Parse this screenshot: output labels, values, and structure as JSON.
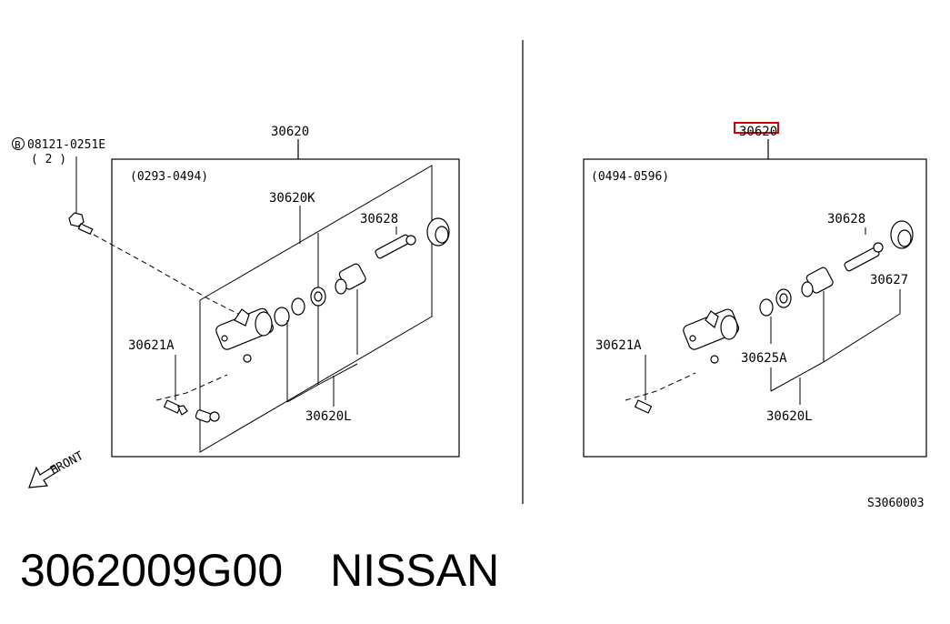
{
  "left_panel": {
    "assembly_label": "30620",
    "date_range": "(0293-0494)",
    "bolt_prefix": "B",
    "bolt_label": "08121-0251E",
    "bolt_qty": "( 2 )",
    "sub_labels": [
      "30620K",
      "30628",
      "30621A",
      "30620L"
    ],
    "front_label": "FRONT"
  },
  "right_panel": {
    "assembly_label": "30620",
    "date_range": "(0494-0596)",
    "sub_labels": [
      "30628",
      "30627",
      "30621A",
      "30625A",
      "30620L"
    ],
    "figure_code": "S3060003"
  },
  "footer": {
    "part_number": "3062009G00",
    "brand": "NISSAN"
  },
  "colors": {
    "highlight": "#d00000",
    "ink": "#000000"
  }
}
